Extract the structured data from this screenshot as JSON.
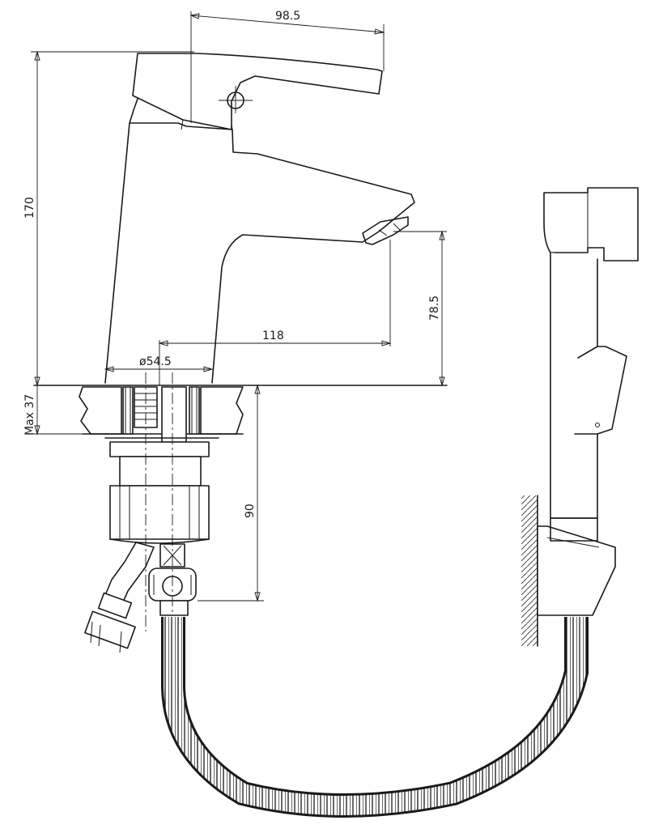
{
  "dimensions": {
    "handle_length": "98.5",
    "total_height": "170",
    "spout_height": "78.5",
    "spout_reach": "118",
    "base_diameter": "ø54.5",
    "max_thickness": "Max 37",
    "connection_length": "90"
  },
  "colors": {
    "line": "#1a1a1a",
    "background": "#ffffff"
  }
}
